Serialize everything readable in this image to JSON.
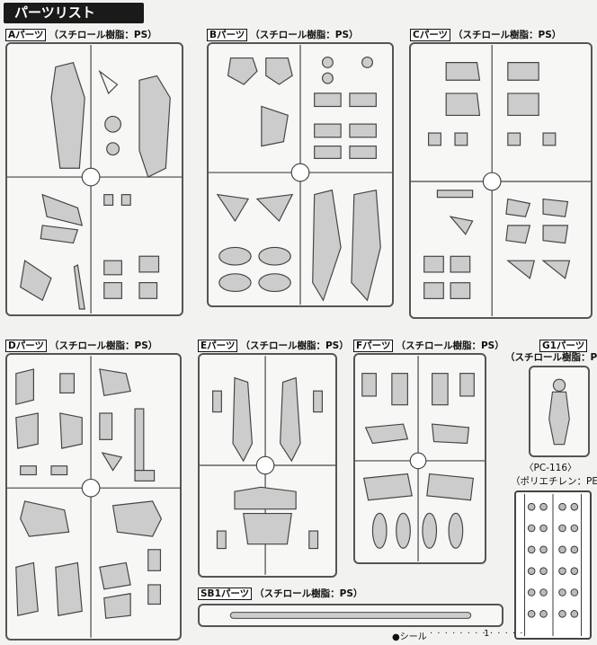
{
  "page": {
    "title": "パーツリスト"
  },
  "panels": [
    {
      "id": "A",
      "tag": "Aパーツ",
      "material": "（スチロール樹脂：PS）"
    },
    {
      "id": "B",
      "tag": "Bパーツ",
      "material": "（スチロール樹脂：PS）"
    },
    {
      "id": "C",
      "tag": "Cパーツ",
      "material": "（スチロール樹脂：PS）"
    },
    {
      "id": "D",
      "tag": "Dパーツ",
      "material": "（スチロール樹脂：PS）"
    },
    {
      "id": "E",
      "tag": "Eパーツ",
      "material": "（スチロール樹脂：PS）"
    },
    {
      "id": "F",
      "tag": "Fパーツ",
      "material": "（スチロール樹脂：PS）"
    },
    {
      "id": "G1",
      "tag": "G1パーツ",
      "material": "（スチロール樹脂：PS）"
    },
    {
      "id": "SB1",
      "tag": "SB1パーツ",
      "material": "（スチロール樹脂：PS）"
    }
  ],
  "pc": {
    "code": "〈PC-116〉",
    "material": "（ポリエチレン：PE）"
  },
  "seal": {
    "label": "●シール",
    "count": "1"
  }
}
